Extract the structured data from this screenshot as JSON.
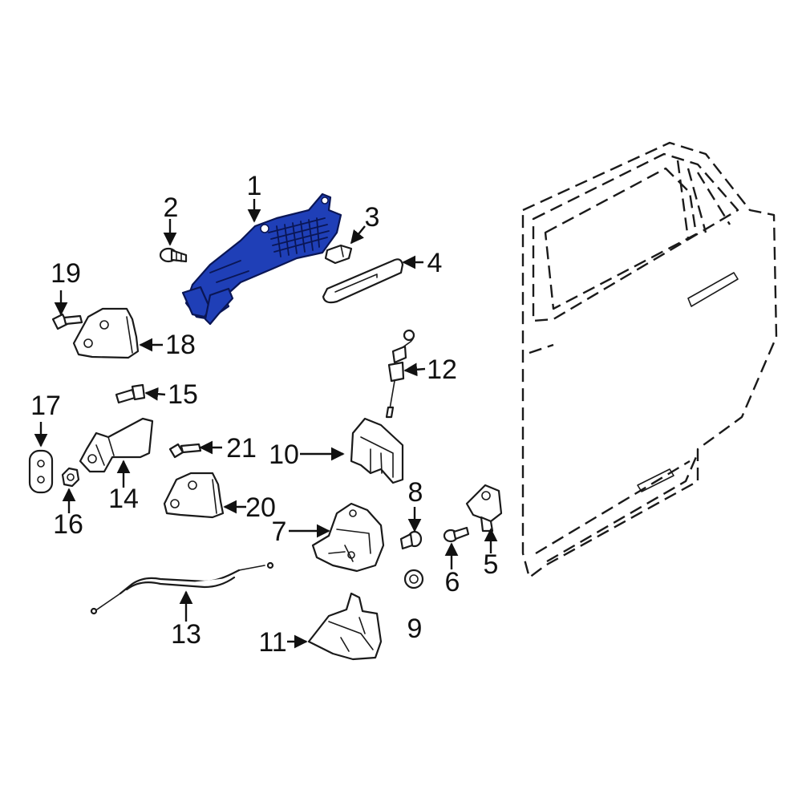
{
  "diagram": {
    "highlight_color": "#1f3fb7",
    "callouts": [
      {
        "id": "1",
        "label": "1"
      },
      {
        "id": "2",
        "label": "2"
      },
      {
        "id": "3",
        "label": "3"
      },
      {
        "id": "4",
        "label": "4"
      },
      {
        "id": "5",
        "label": "5"
      },
      {
        "id": "6",
        "label": "6"
      },
      {
        "id": "7",
        "label": "7"
      },
      {
        "id": "8",
        "label": "8"
      },
      {
        "id": "9",
        "label": "9"
      },
      {
        "id": "10",
        "label": "10"
      },
      {
        "id": "11",
        "label": "11"
      },
      {
        "id": "12",
        "label": "12"
      },
      {
        "id": "13",
        "label": "13"
      },
      {
        "id": "14",
        "label": "14"
      },
      {
        "id": "15",
        "label": "15"
      },
      {
        "id": "16",
        "label": "16"
      },
      {
        "id": "17",
        "label": "17"
      },
      {
        "id": "18",
        "label": "18"
      },
      {
        "id": "19",
        "label": "19"
      },
      {
        "id": "20",
        "label": "20"
      },
      {
        "id": "21",
        "label": "21"
      }
    ]
  }
}
